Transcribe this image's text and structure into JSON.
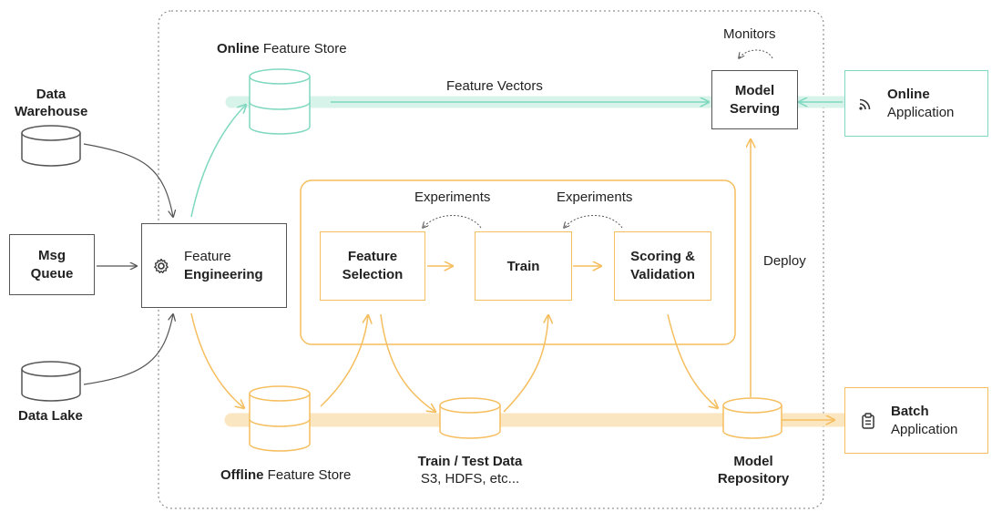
{
  "colors": {
    "gray": "#555555",
    "orange": "#f5be5f",
    "green": "#7fd8bf",
    "green_band": "#d8f3ea",
    "orange_band": "#fbe6c2"
  },
  "sources": {
    "data_warehouse": [
      "Data",
      "Warehouse"
    ],
    "msg_queue": [
      "Msg",
      "Queue"
    ],
    "data_lake": "Data Lake"
  },
  "feature_engineering": {
    "label": [
      "Feature",
      "Engineering"
    ],
    "icon": "gear-icon"
  },
  "online_store": {
    "bold": "Online",
    "rest": " Feature Store"
  },
  "offline_store": {
    "bold": "Offline",
    "rest": " Feature Store"
  },
  "feature_vectors": "Feature Vectors",
  "model_serving": [
    "Model",
    "Serving"
  ],
  "monitors": "Monitors",
  "online_app": {
    "label": [
      "Online",
      "Application"
    ],
    "icon": "wifi-icon"
  },
  "batch_app": {
    "label": [
      "Batch",
      "Application"
    ],
    "icon": "clipboard-icon"
  },
  "experiments": [
    "Experiments",
    "Experiments"
  ],
  "feature_selection": [
    "Feature",
    "Selection"
  ],
  "train": "Train",
  "scoring": [
    "Scoring &",
    "Validation"
  ],
  "deploy": "Deploy",
  "train_test": {
    "title": "Train / Test Data",
    "sub": "S3, HDFS, etc..."
  },
  "model_repo": [
    "Model",
    "Repository"
  ]
}
